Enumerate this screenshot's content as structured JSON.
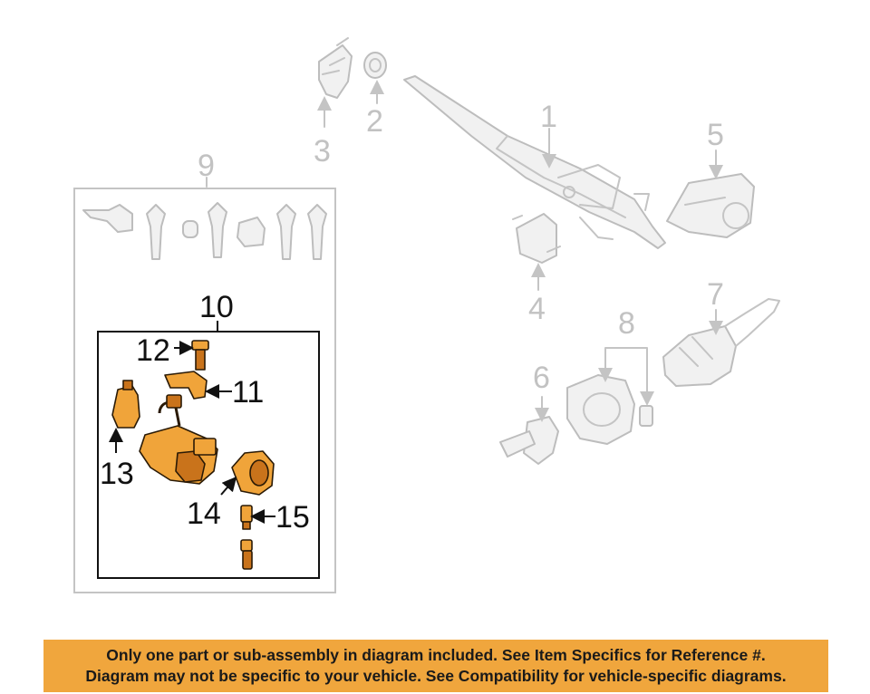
{
  "callouts": {
    "c1": "1",
    "c2": "2",
    "c3": "3",
    "c4": "4",
    "c5": "5",
    "c6": "6",
    "c7": "7",
    "c8": "8",
    "c9": "9",
    "c10": "10",
    "c11": "11",
    "c12": "12",
    "c13": "13",
    "c14": "14",
    "c15": "15"
  },
  "banner": {
    "line1": "Only one part or sub-assembly in diagram included. See Item Specifics for Reference #.",
    "line2": "Diagram may not be specific to your vehicle. See Compatibility for vehicle-specific diagrams."
  },
  "colors": {
    "highlight": "#f0a43a",
    "banner": "#f0a63d",
    "faded": "#c4c4c4"
  }
}
